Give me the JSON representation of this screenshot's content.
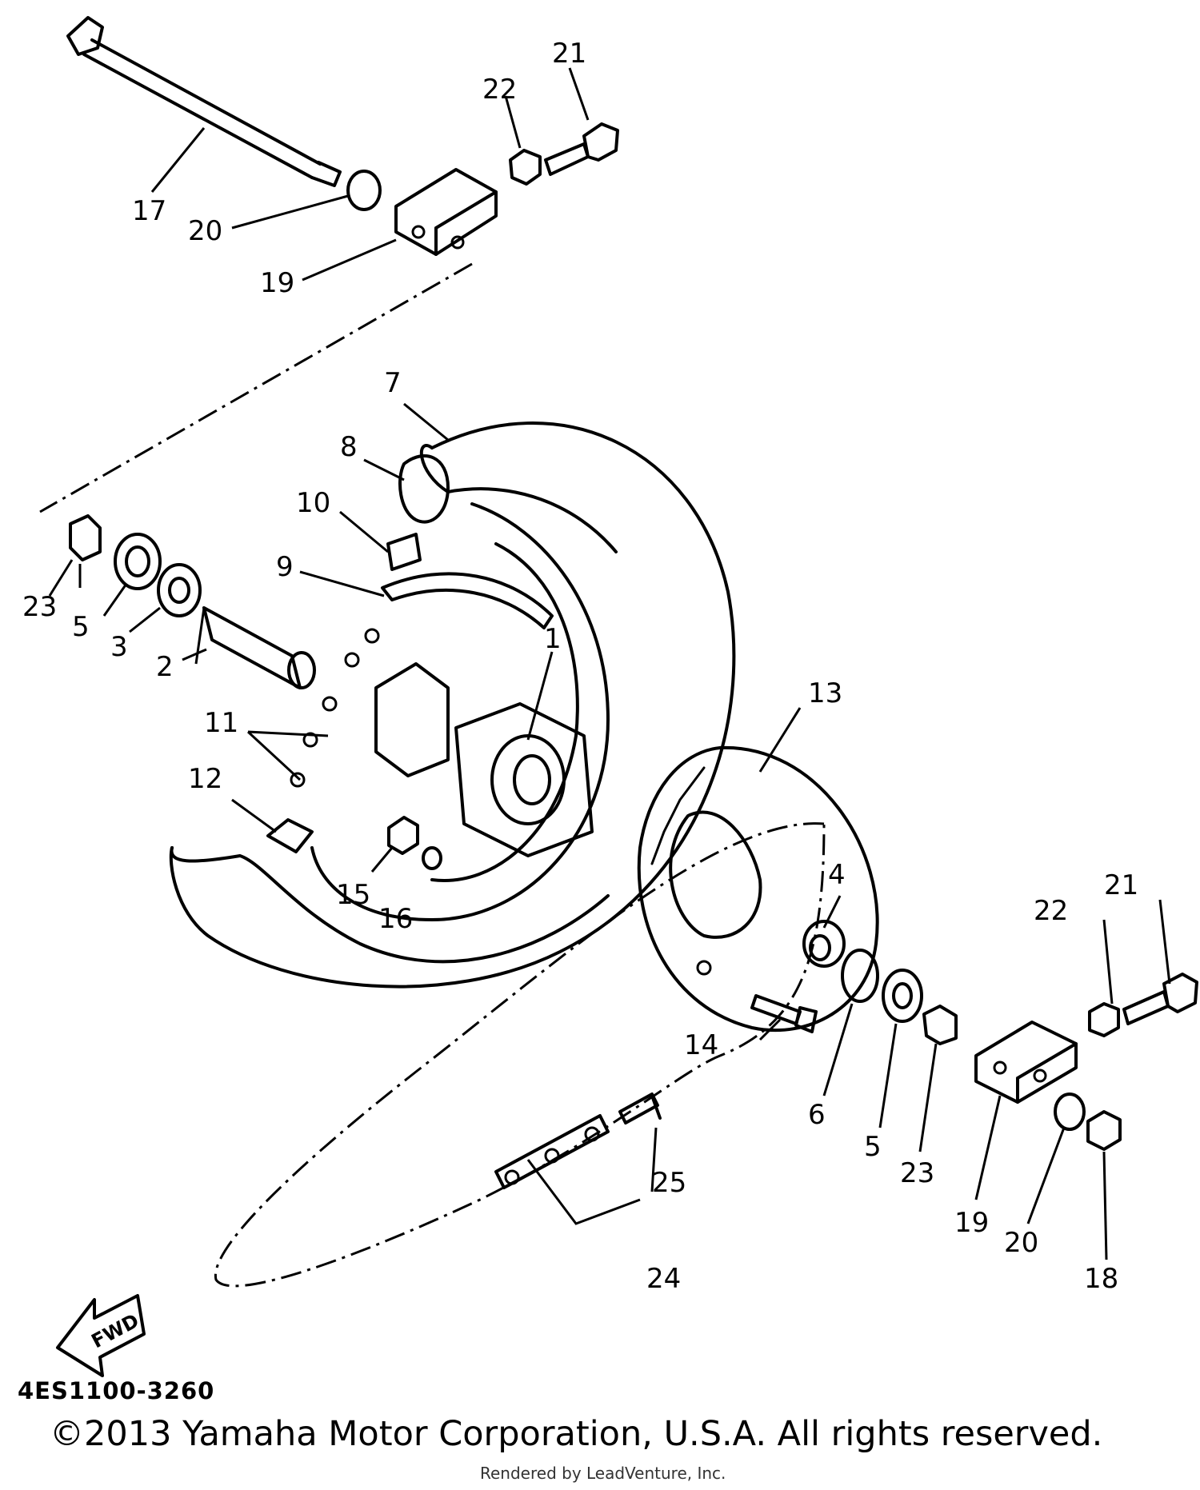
{
  "diagram": {
    "code": "4ES1100-3260",
    "fwd_label": "FWD",
    "copyright": "©2013 Yamaha Motor Corporation, U.S.A. All rights reserved.",
    "rendered_by": "Rendered by LeadVenture, Inc.",
    "callouts": [
      "1",
      "2",
      "3",
      "4",
      "5",
      "6",
      "7",
      "8",
      "9",
      "10",
      "11",
      "12",
      "13",
      "14",
      "15",
      "16",
      "17",
      "18",
      "19",
      "20",
      "21",
      "22",
      "23",
      "24",
      "25"
    ]
  }
}
